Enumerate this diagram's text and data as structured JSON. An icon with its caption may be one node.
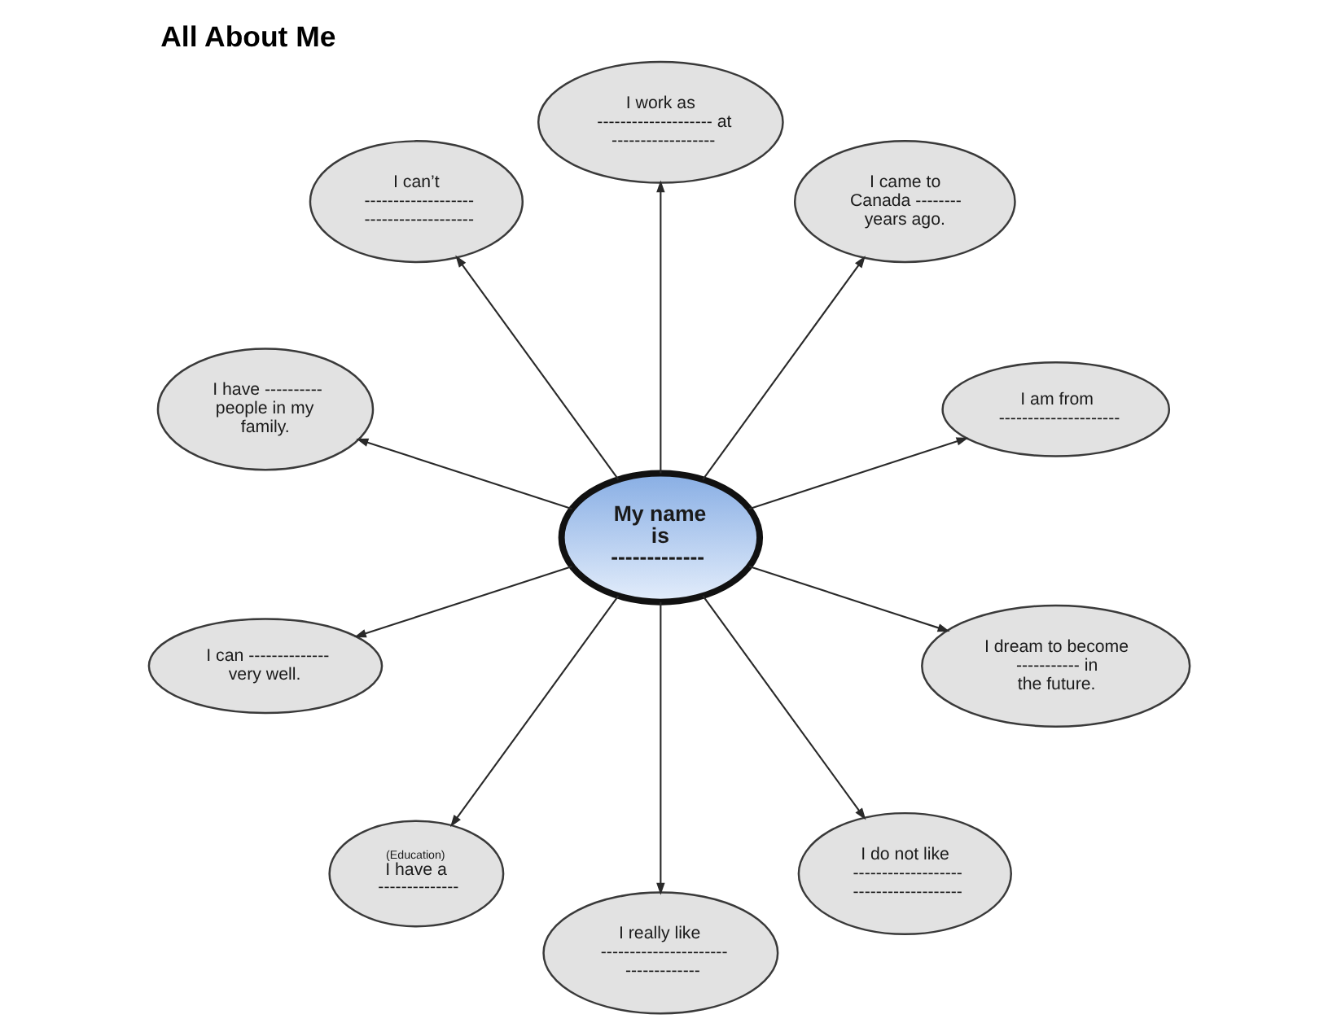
{
  "diagram": {
    "title": "All About Me",
    "nodes": [
      {
        "text": [
          "I am from ---------------------"
        ]
      },
      {
        "text": [
          "I came to Canada -------- years ago."
        ]
      },
      {
        "text": [
          "I work as -------------------- at ------------------"
        ]
      },
      {
        "text": [
          "I can’t ------------------- -------------------"
        ]
      },
      {
        "text": [
          "I have ---------- people in my family."
        ]
      },
      {
        "text": [
          "My name is -------------"
        ]
      },
      {
        "text": [
          "I can -------------- very well."
        ]
      },
      {
        "text": [
          "(Education)",
          "I have a --------------"
        ]
      },
      {
        "text": [
          "I really like ---------------------- -------------"
        ]
      },
      {
        "text": [
          "I do not like ------------------- -------------------"
        ]
      },
      {
        "text": [
          "I dream to become ----------- in the future."
        ]
      }
    ],
    "edges": [
      {
        "from": 5,
        "to": 0,
        "arrow": "to"
      },
      {
        "from": 5,
        "to": 1,
        "arrow": "to"
      },
      {
        "from": 5,
        "to": 2,
        "arrow": "to"
      },
      {
        "from": 5,
        "to": 3,
        "arrow": "to"
      },
      {
        "from": 5,
        "to": 4,
        "arrow": "to"
      },
      {
        "from": 5,
        "to": 6,
        "arrow": "to"
      },
      {
        "from": 5,
        "to": 7,
        "arrow": "to"
      },
      {
        "from": 5,
        "to": 8,
        "arrow": "to"
      },
      {
        "from": 5,
        "to": 9,
        "arrow": "to"
      },
      {
        "from": 5,
        "to": 10,
        "arrow": "to"
      }
    ]
  }
}
